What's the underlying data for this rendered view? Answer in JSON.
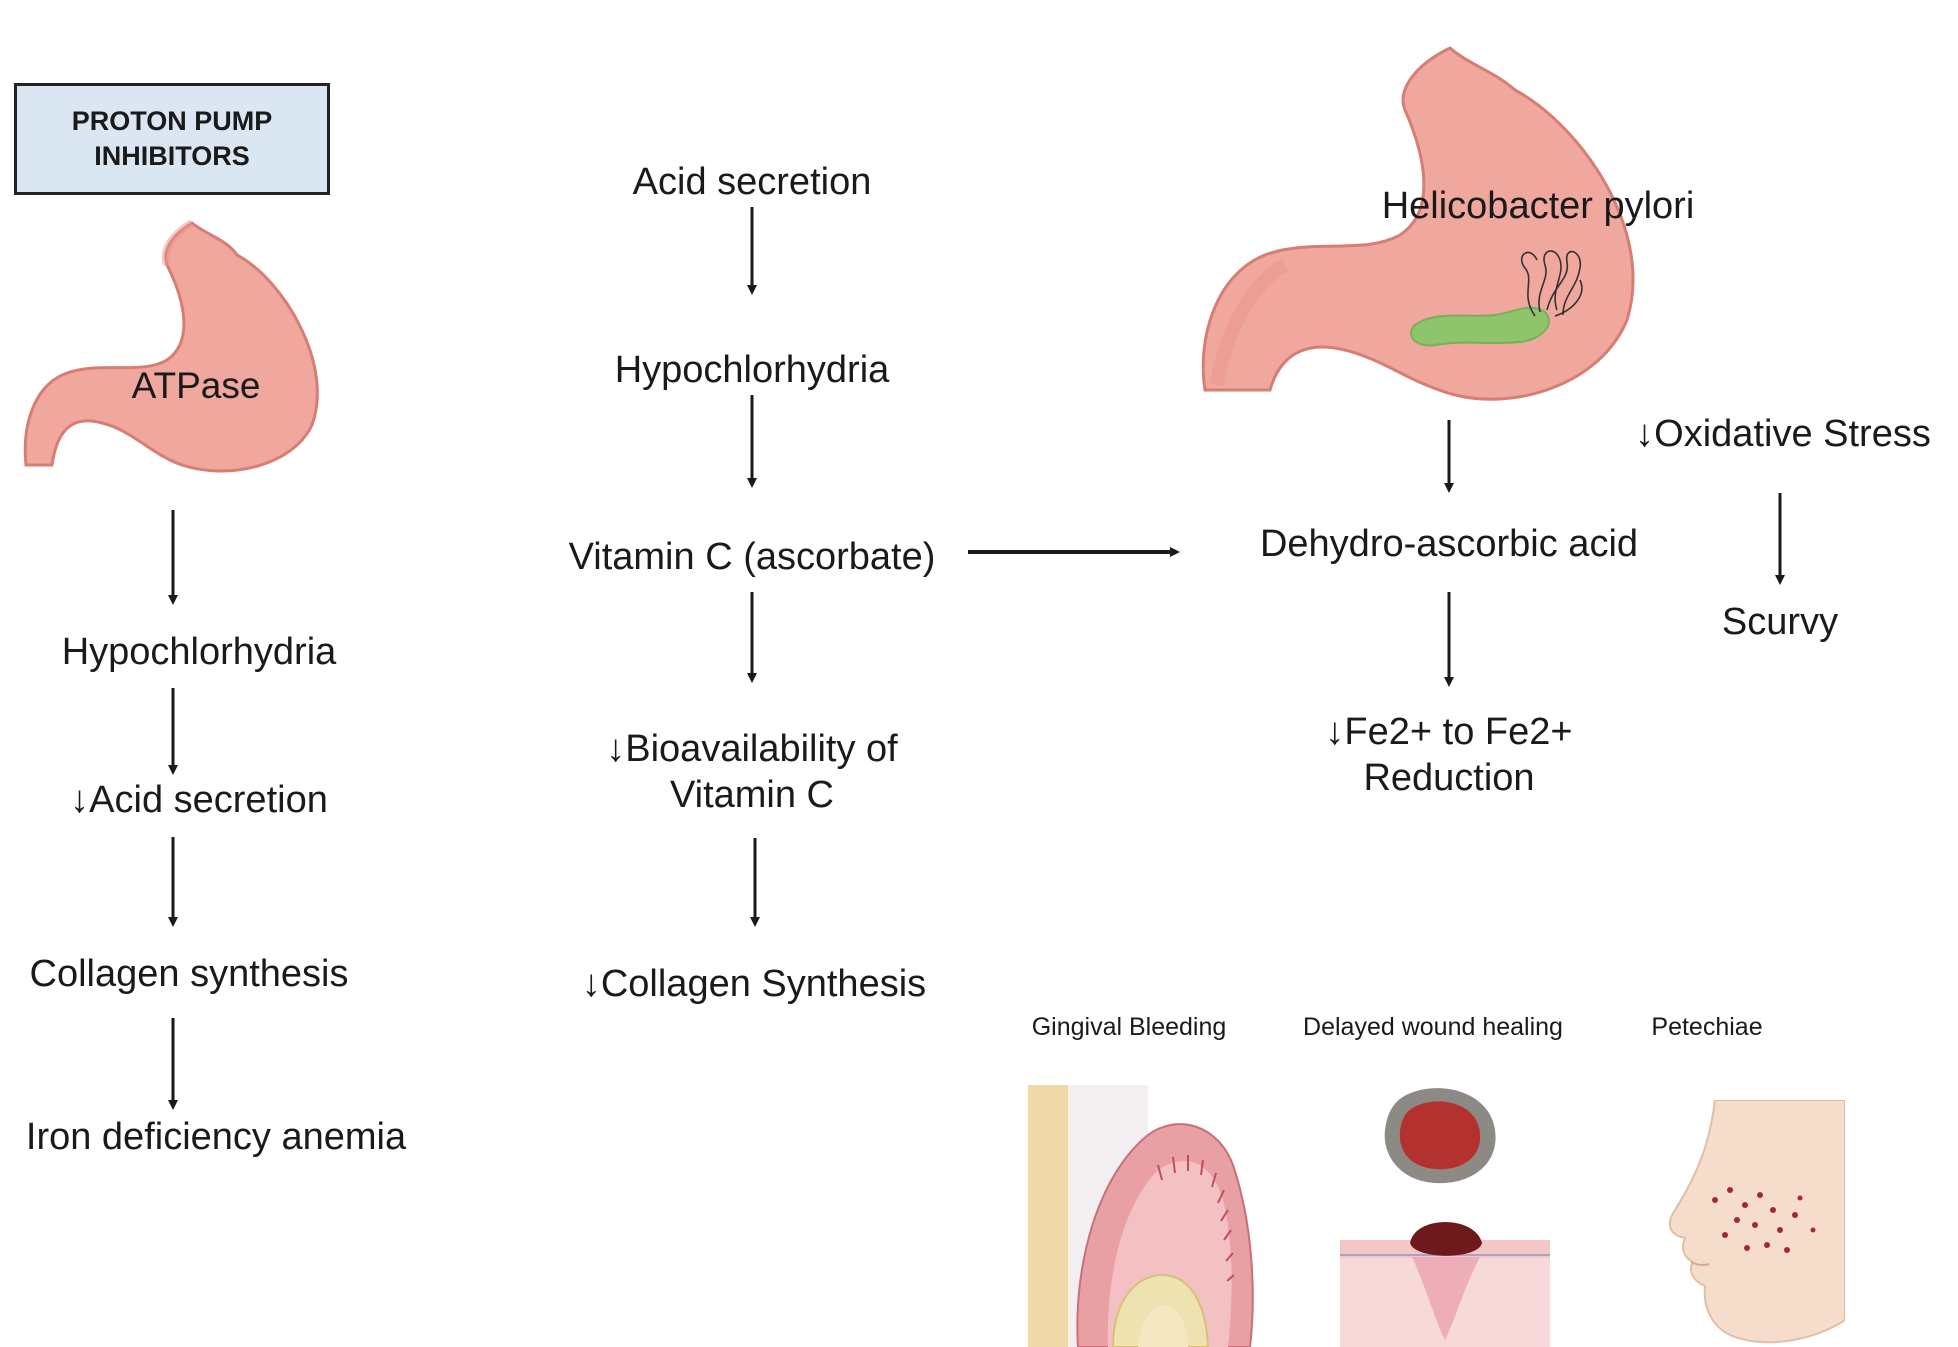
{
  "left_column": {
    "box_title": "PROTON PUMP INHIBITORS",
    "stomach_label": "ATPase",
    "steps": [
      "Hypochlorhydria",
      "↓Acid secretion",
      "Collagen synthesis",
      "Iron deficiency anemia"
    ]
  },
  "middle_column": {
    "steps": [
      "Acid secretion",
      "Hypochlorhydria",
      "Vitamin C (ascorbate)",
      "↓Bioavailability of\nVitamin C",
      "↓Collagen Synthesis"
    ]
  },
  "right_column": {
    "stomach_label": "Helicobacter pylori",
    "dehydro": "Dehydro-ascorbic acid",
    "fe_reduction": "↓Fe2+ to Fe2+\nReduction",
    "oxidative": "↓Oxidative Stress",
    "scurvy": "Scurvy"
  },
  "symptoms": [
    "Gingival Bleeding",
    "Delayed wound healing",
    "Petechiae"
  ],
  "colors": {
    "stomach_fill": "#f0a79d",
    "stomach_stroke": "#d67e74",
    "bacteria": "#8fc46d",
    "box_fill": "#dbe6f3"
  }
}
